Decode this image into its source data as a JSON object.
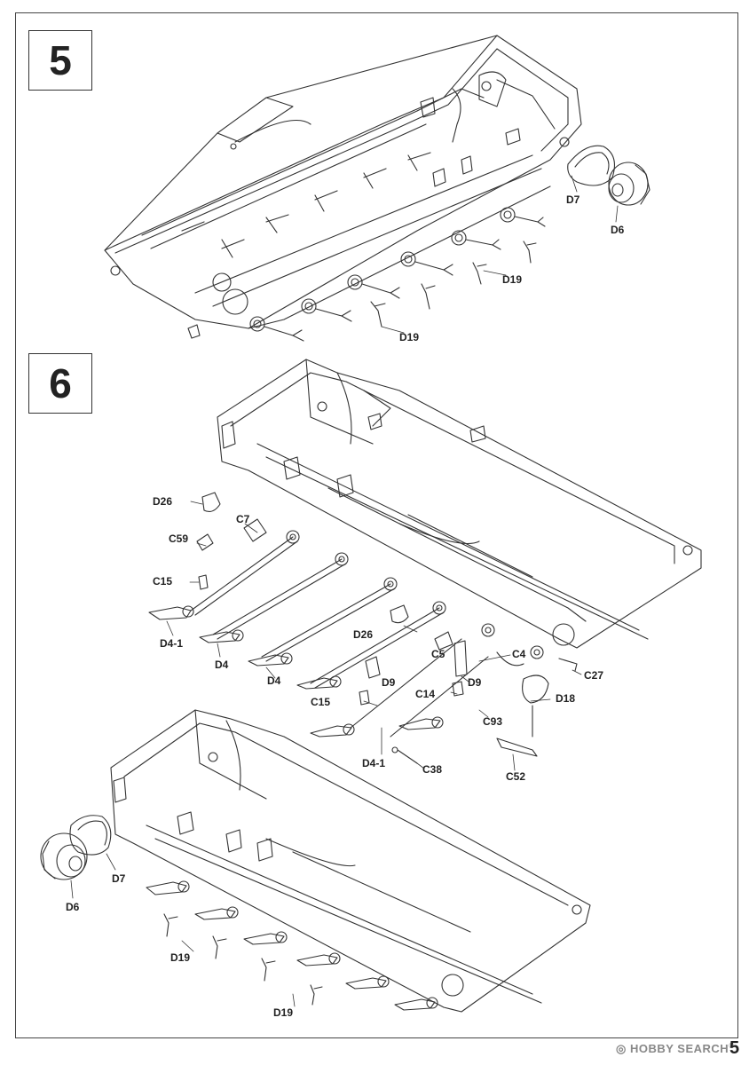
{
  "steps": {
    "step5": "5",
    "step6": "6"
  },
  "labels": {
    "s5_d7": "D7",
    "s5_d6": "D6",
    "s5_d19a": "D19",
    "s5_d19b": "D19",
    "s6_d26a": "D26",
    "s6_c7": "C7",
    "s6_c59": "C59",
    "s6_c15a": "C15",
    "s6_d41a": "D4-1",
    "s6_d4a": "D4",
    "s6_d4b": "D4",
    "s6_d26b": "D26",
    "s6_c5": "C5",
    "s6_c4": "C4",
    "s6_d9a": "D9",
    "s6_d9b": "D9",
    "s6_c27": "C27",
    "s6_c15b": "C15",
    "s6_c14": "C14",
    "s6_d18": "D18",
    "s6_c93": "C93",
    "s6_d41b": "D4-1",
    "s6_c38": "C38",
    "s6_c52": "C52",
    "s6_d7": "D7",
    "s6_d6": "D6",
    "s6_d19a": "D19",
    "s6_d19b": "D19"
  },
  "watermark": {
    "text": "HOBBY SEARCH",
    "reg": "®"
  },
  "page_number": "5"
}
